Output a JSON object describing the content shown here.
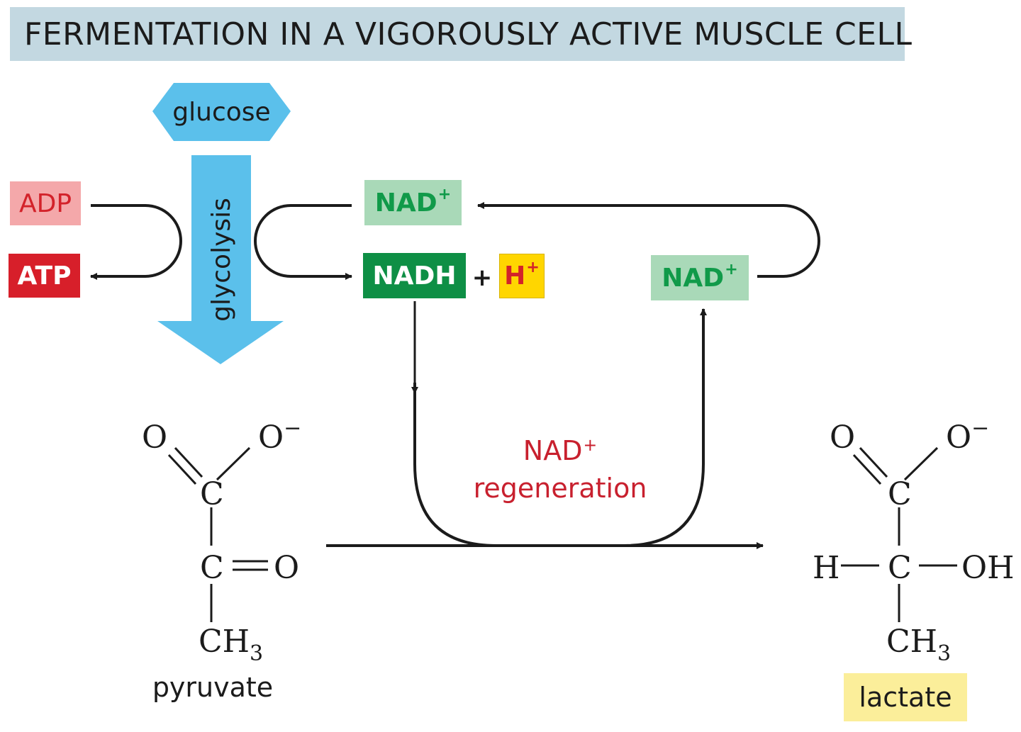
{
  "title": "FERMENTATION IN A VIGOROUSLY ACTIVE MUSCLE CELL",
  "glucose": "glucose",
  "glycolysis": "glycolysis",
  "adp": "ADP",
  "atp": "ATP",
  "nad_top": {
    "base": "NAD",
    "sup": "+"
  },
  "nadh": "NADH",
  "plus": "+",
  "h_plus": {
    "base": "H",
    "sup": "+"
  },
  "nad_right": {
    "base": "NAD",
    "sup": "+"
  },
  "regeneration": {
    "line1": "NAD",
    "line1_sup": "+",
    "line2": "regeneration"
  },
  "pyruvate": {
    "name": "pyruvate",
    "atoms": {
      "o_double": "O",
      "o_minus": "O",
      "o_minus_charge": "−",
      "c_top": "C",
      "c_mid": "C",
      "o_ketone": "O",
      "ch3": "CH",
      "ch3_sub": "3"
    }
  },
  "lactate": {
    "name": "lactate",
    "atoms": {
      "o_double": "O",
      "o_minus": "O",
      "o_minus_charge": "−",
      "c_top": "C",
      "c_mid": "C",
      "h": "H",
      "oh": "OH",
      "ch3": "CH",
      "ch3_sub": "3"
    }
  },
  "colors": {
    "title_bg": "#c3d8e1",
    "glucose_blue": "#5bc0eb",
    "adp_bg": "#f4a8aa",
    "atp_bg": "#d71f2a",
    "nad_bg": "#a9d9b8",
    "nad_text": "#109a49",
    "nadh_bg": "#0e8f45",
    "h_bg": "#ffd600",
    "red_text": "#d3222a",
    "lactate_bg": "#fbee9a"
  }
}
